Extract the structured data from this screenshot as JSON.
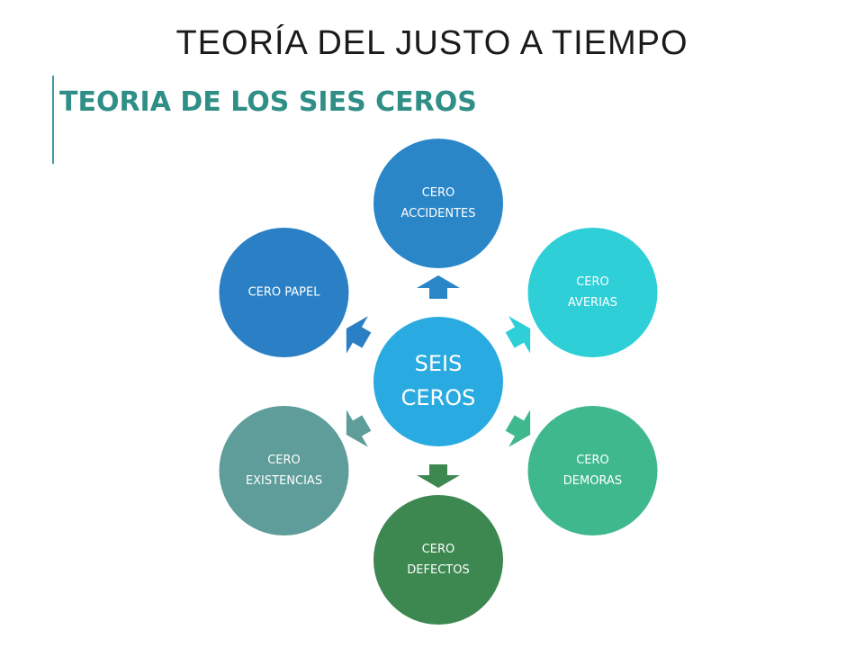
{
  "slide": {
    "title": "TEORÍA DEL JUSTO A TIEMPO",
    "subtitle": "TEORIA DE LOS SIES CEROS"
  },
  "diagram": {
    "center": {
      "lines": [
        "SEIS",
        "CEROS"
      ],
      "color": "#29abe2"
    },
    "nodes": [
      {
        "id": "accidentes",
        "lines": [
          "CERO",
          "ACCIDENTES"
        ],
        "color": "#2b86c8"
      },
      {
        "id": "averias",
        "lines": [
          "CERO",
          "AVERIAS"
        ],
        "color": "#2ecfd7"
      },
      {
        "id": "demoras",
        "lines": [
          "CERO",
          "DEMORAS"
        ],
        "color": "#40b88e"
      },
      {
        "id": "defectos",
        "lines": [
          "CERO",
          "DEFECTOS"
        ],
        "color": "#3d8751"
      },
      {
        "id": "existencias",
        "lines": [
          "CERO",
          "EXISTENCIAS"
        ],
        "color": "#5e9d99"
      },
      {
        "id": "papel",
        "lines": [
          "CERO PAPEL"
        ],
        "color": "#2b80c5"
      }
    ]
  }
}
